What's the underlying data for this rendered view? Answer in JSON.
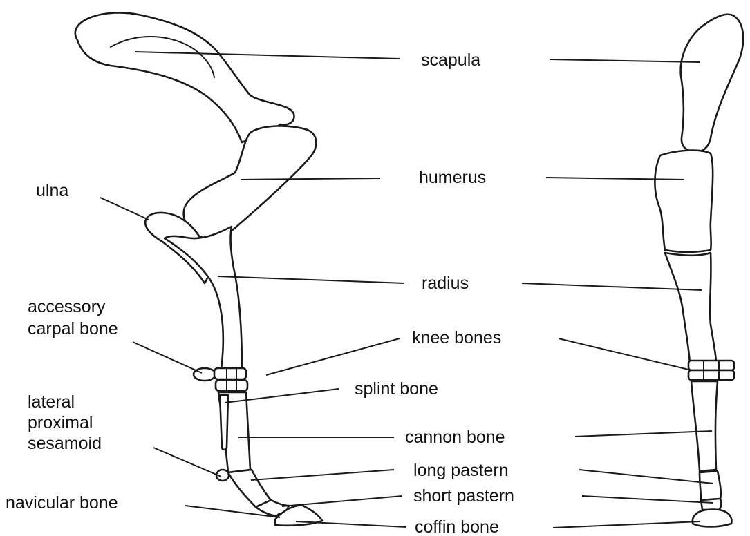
{
  "labels": {
    "scapula": "scapula",
    "humerus": "humerus",
    "ulna": "ulna",
    "radius": "radius",
    "accessory_carpal_1": "accessory",
    "accessory_carpal_2": "carpal bone",
    "knee_bones": "knee bones",
    "splint_bone": "splint bone",
    "lateral_sesamoid_1": "lateral",
    "lateral_sesamoid_2": "proximal",
    "lateral_sesamoid_3": "sesamoid",
    "cannon_bone": "cannon bone",
    "long_pastern": "long pastern",
    "short_pastern": "short pastern",
    "navicular_bone": "navicular bone",
    "coffin_bone": "coffin bone"
  },
  "colors": {
    "stroke": "#1a1a1a",
    "background": "#ffffff",
    "text": "#111111"
  }
}
